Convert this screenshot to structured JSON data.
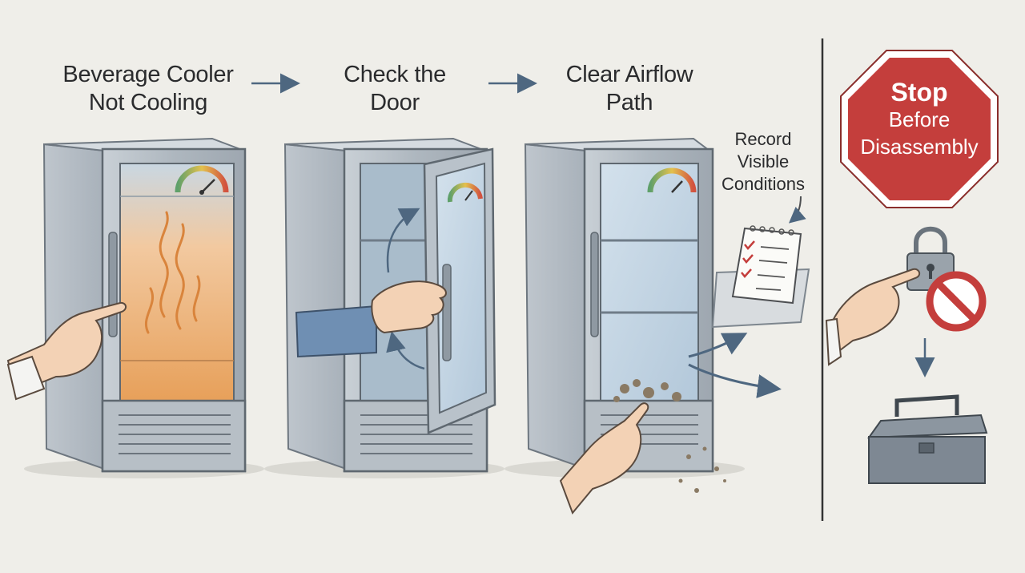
{
  "steps": [
    {
      "line1": "Beverage Cooler",
      "line2": "Not Cooling"
    },
    {
      "line1": "Check the",
      "line2": "Door"
    },
    {
      "line1": "Clear Airflow",
      "line2": "Path"
    }
  ],
  "note": {
    "line1": "Record",
    "line2": "Visible",
    "line3": "Conditions"
  },
  "stop_sign": {
    "line1": "Stop",
    "line2": "Before",
    "line3": "Disassembly"
  },
  "colors": {
    "stop_red": "#c43e3c",
    "steel": "#b4bcc4",
    "glass": "#c5d6e4",
    "warm": "#e9a25e",
    "sleeve": "#6f8fb3"
  },
  "icons": [
    "pointing-hand-icon",
    "heat-wave-icon",
    "thermometer-gauge-icon",
    "rotate-arrow-icon",
    "airflow-arrow-icon",
    "clipboard-checklist-icon",
    "padlock-icon",
    "prohibited-icon",
    "toolbox-icon",
    "stop-sign-icon"
  ]
}
